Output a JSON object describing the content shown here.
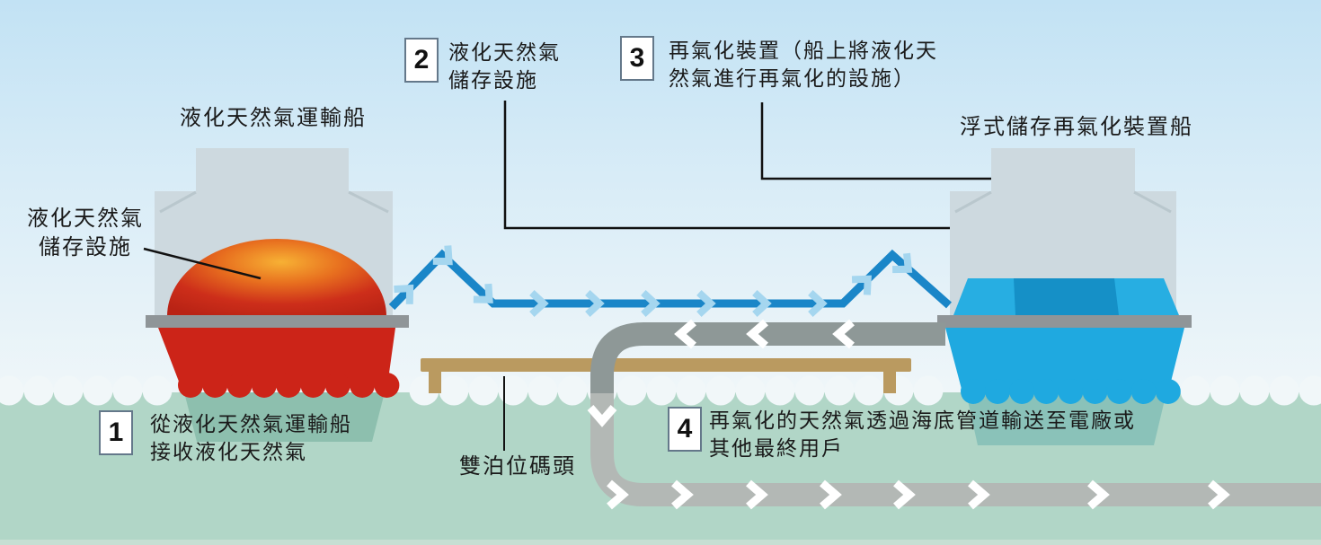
{
  "diagram_title_implicit": "LNG floating storage and regasification process diagram",
  "labels": {
    "carrier_title": "液化天然氣運輸船",
    "fsru_title": "浮式儲存再氣化裝置船",
    "storage_left": {
      "line1": "液化天然氣",
      "line2": "儲存設施"
    },
    "jetty": "雙泊位碼頭"
  },
  "callouts": [
    {
      "num": "1",
      "line1": "從液化天然氣運輸船",
      "line2": "接收液化天然氣"
    },
    {
      "num": "2",
      "line1": "液化天然氣",
      "line2": "儲存設施"
    },
    {
      "num": "3",
      "line1": "再氣化裝置（船上將液化天",
      "line2": "然氣進行再氣化的設施）"
    },
    {
      "num": "4",
      "line1": "再氣化的天然氣透過海底管道輸送至電廠或",
      "line2": "其他最終用戶"
    }
  ],
  "colors": {
    "sky_top": "#c2e2f4",
    "sky_bottom": "#eff6f9",
    "water": "#b1d6c7",
    "water_bottom_strip": "#c6dfd3",
    "ship_superstructure": "#cdd9df",
    "deck_gray": "#8f9598",
    "carrier_hull_red": "#cc2418",
    "dome_highlight": "#f7b134",
    "dome_dark": "#b92315",
    "fsru_hull_blue": "#1fa9e0",
    "fsru_deck_light_blue": "#27aee2",
    "fsru_deck_dark_blue": "#1590c7",
    "submerged_carrier": "#8dbfae",
    "submerged_fsru": "#8ac2b9",
    "jetty_tan": "#ba9a60",
    "lng_pipe_blue": "#1a86c8",
    "lng_chevron_light_blue": "#a5d6ef",
    "gas_pipe_gray": "#8e9897",
    "gas_pipe_gray_underwater": "#b3b8b5",
    "gas_chevron_white": "#ffffff",
    "leader_line": "#111111",
    "callout_border": "#64788a",
    "scallop_white": "#f1f7f9"
  }
}
